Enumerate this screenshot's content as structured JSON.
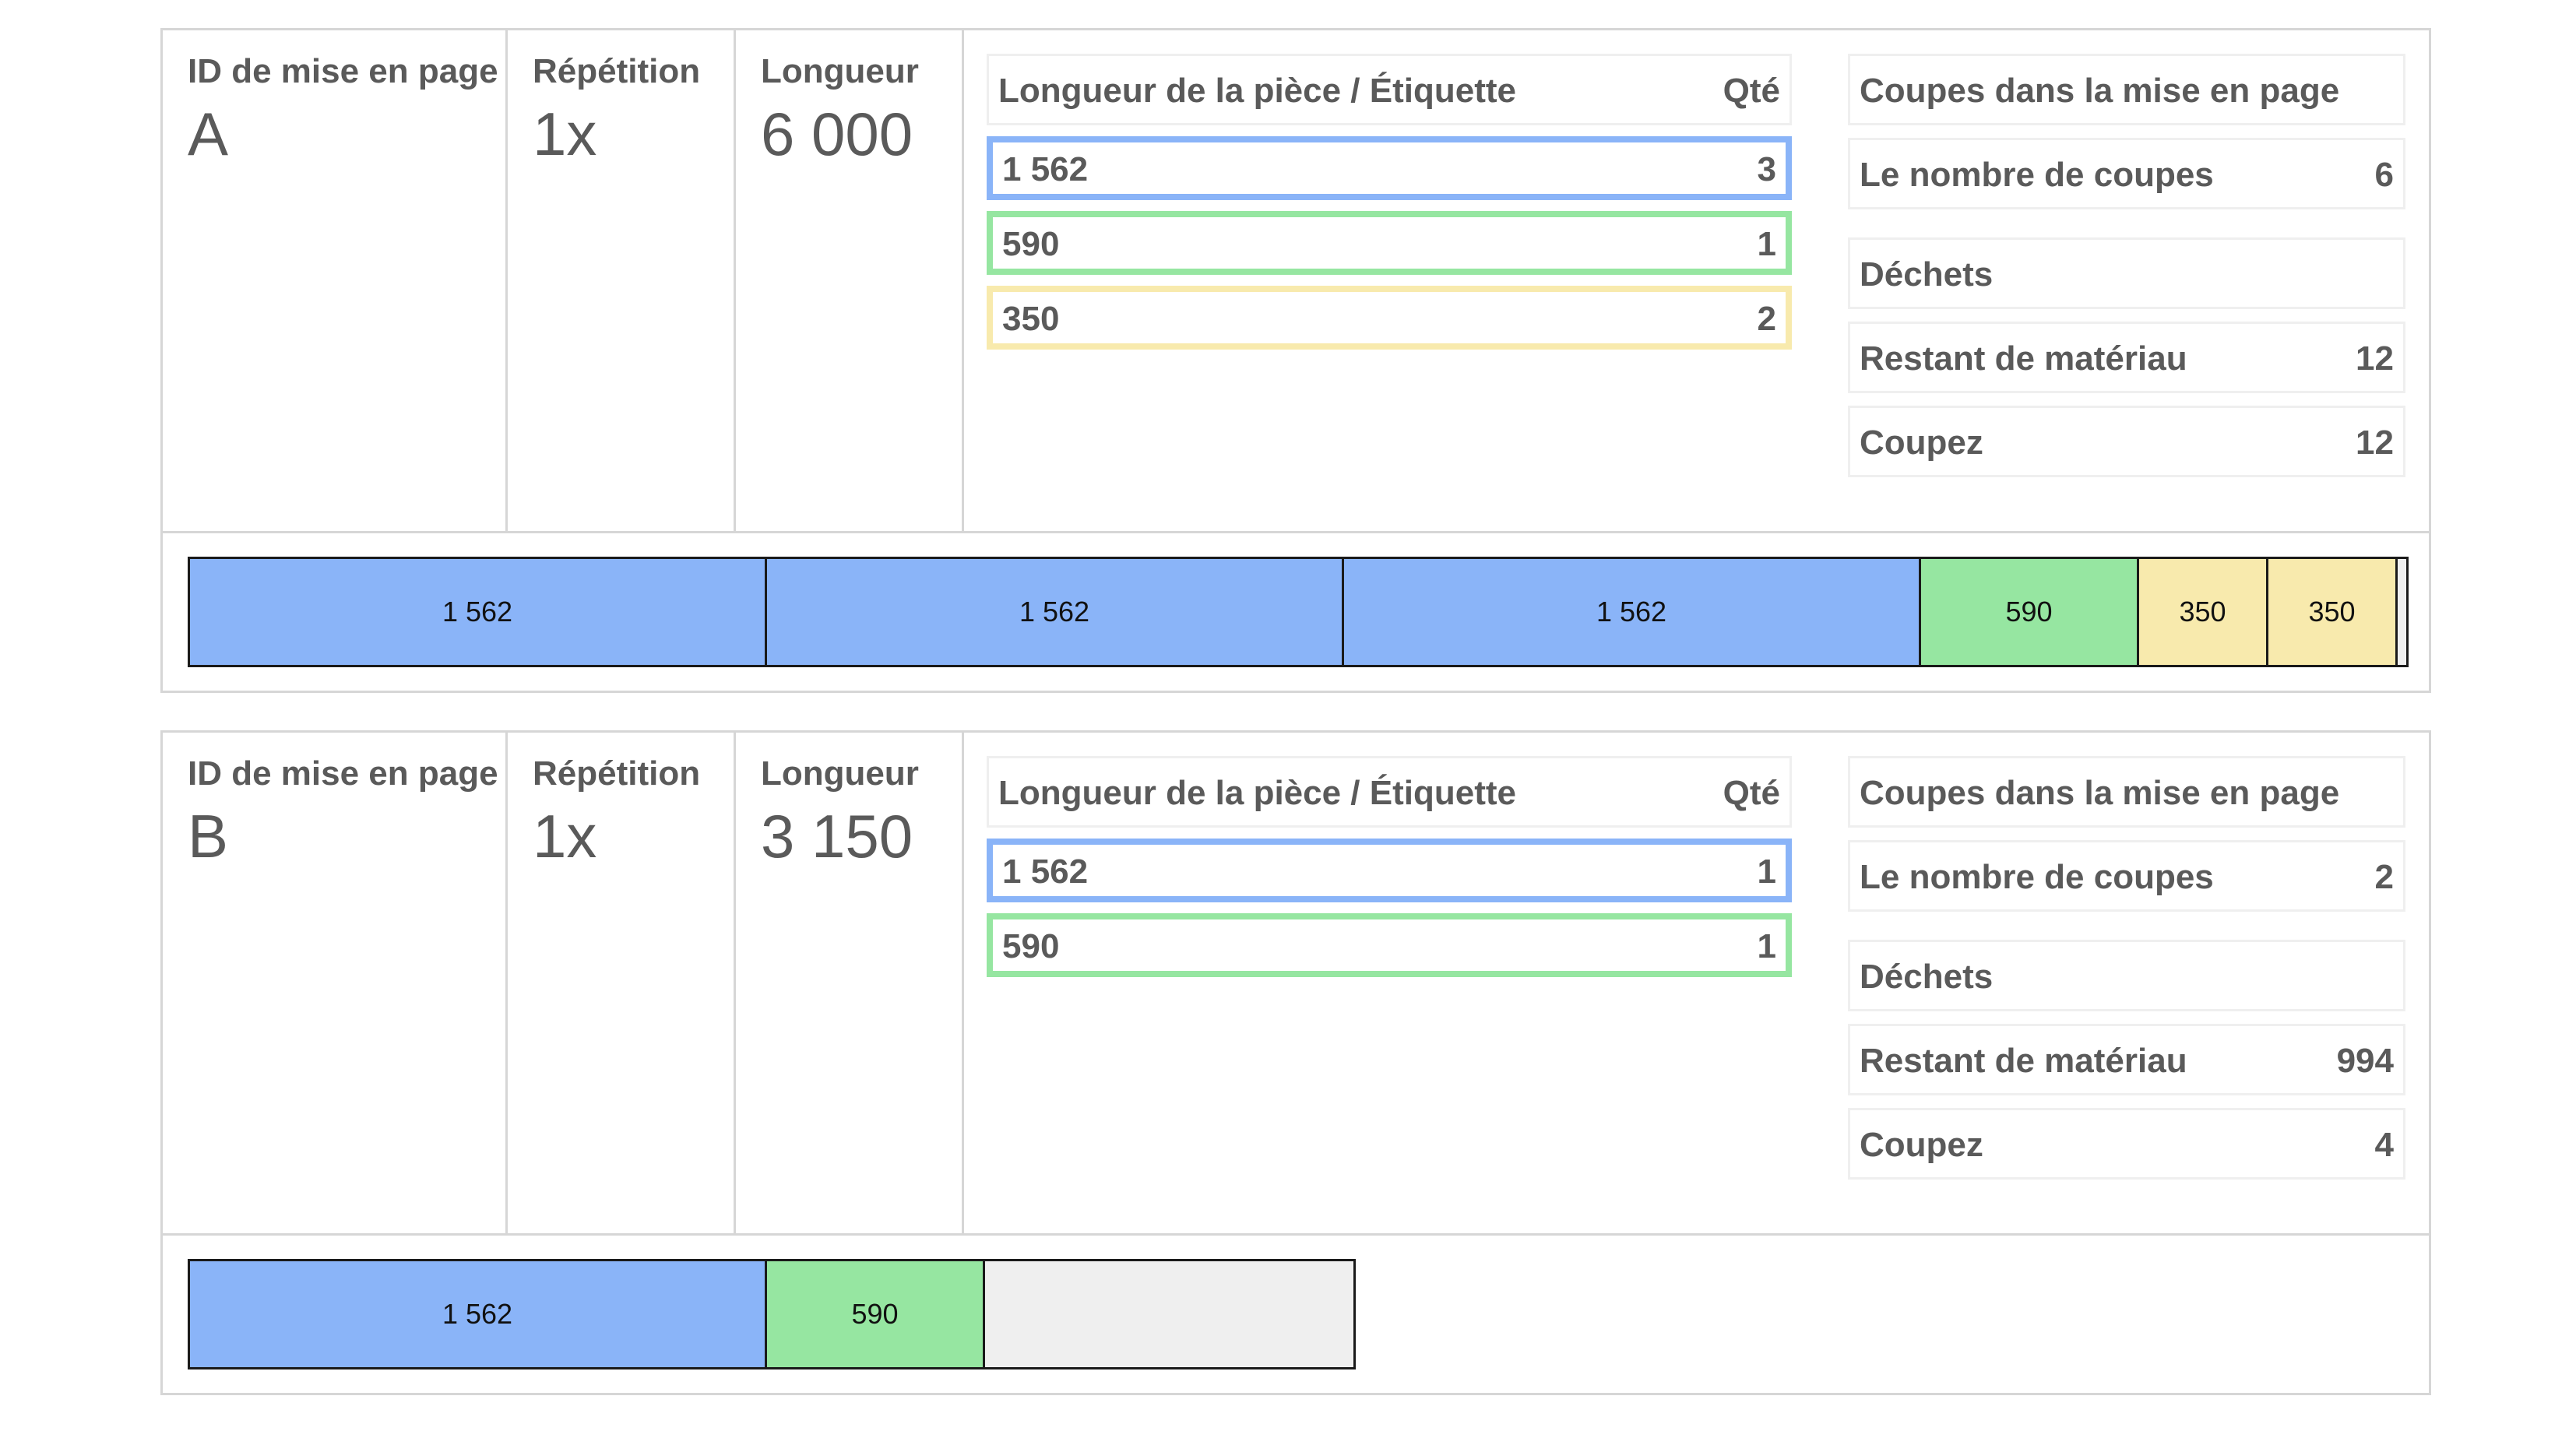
{
  "colors": {
    "blue": "#8ab4f8",
    "green": "#96e6a1",
    "yellow": "#f8eaad",
    "remainder": "#efefef"
  },
  "columns": {
    "layout_id_label": "ID de mise en page",
    "repetition_label": "Répétition",
    "length_label": "Longueur",
    "pieces_header_label": "Longueur de la pièce / Étiquette",
    "pieces_header_qty": "Qté"
  },
  "stats_labels": {
    "cuts_header": "Coupes dans la mise en page",
    "number_of_cuts": "Le nombre de coupes",
    "waste": "Déchets",
    "remaining_material": "Restant de matériau",
    "kerf": "Coupez"
  },
  "layouts": [
    {
      "id": "A",
      "repetition": "1x",
      "length": "6 000",
      "pieces": [
        {
          "length": "1 562",
          "qty": "3",
          "color": "blue"
        },
        {
          "length": "590",
          "qty": "1",
          "color": "green"
        },
        {
          "length": "350",
          "qty": "2",
          "color": "yellow"
        }
      ],
      "stats": {
        "number_of_cuts": "6",
        "remaining_material": "12",
        "kerf": "12"
      },
      "bar": {
        "total": 6000,
        "segments": [
          {
            "label": "1 562",
            "value": 1562,
            "color": "blue"
          },
          {
            "label": "1 562",
            "value": 1562,
            "color": "blue"
          },
          {
            "label": "1 562",
            "value": 1562,
            "color": "blue"
          },
          {
            "label": "590",
            "value": 590,
            "color": "green"
          },
          {
            "label": "350",
            "value": 350,
            "color": "yellow"
          },
          {
            "label": "350",
            "value": 350,
            "color": "yellow"
          }
        ]
      }
    },
    {
      "id": "B",
      "repetition": "1x",
      "length": "3 150",
      "pieces": [
        {
          "length": "1 562",
          "qty": "1",
          "color": "blue"
        },
        {
          "length": "590",
          "qty": "1",
          "color": "green"
        }
      ],
      "stats": {
        "number_of_cuts": "2",
        "remaining_material": "994",
        "kerf": "4"
      },
      "bar": {
        "total": 3150,
        "segments": [
          {
            "label": "1 562",
            "value": 1562,
            "color": "blue"
          },
          {
            "label": "590",
            "value": 590,
            "color": "green"
          }
        ]
      }
    }
  ]
}
